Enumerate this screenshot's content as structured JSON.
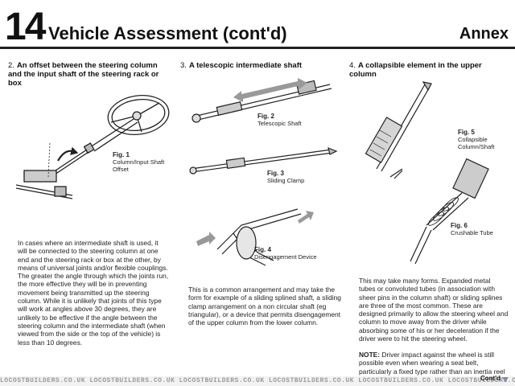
{
  "header": {
    "chapter": "14",
    "title": "Vehicle Assessment (cont'd)",
    "section": "Annex"
  },
  "columns": [
    {
      "number": "2.",
      "heading": "An offset between the steering column and the input shaft of the steering rack or box",
      "figures": [
        {
          "label": "Fig. 1",
          "caption": "Column/Input Shaft Offset"
        }
      ],
      "body": "In cases where an intermediate shaft is used, it will be connected to the steering column at one end and the steering rack or box at the other, by means of universal joints and/or flexible couplings. The greater the angle through which the joints run, the more effective they will be in preventing movement being transmitted up the steering column. While it is unlikely that joints of this type will work at angles above 30 degrees, they are unlikely to be effective if the angle between the steering column and the intermediate shaft (when viewed from the side or the top of the vehicle) is less than 10 degrees."
    },
    {
      "number": "3.",
      "heading": "A telescopic intermediate shaft",
      "figures": [
        {
          "label": "Fig. 2",
          "caption": "Telescopic Shaft"
        },
        {
          "label": "Fig. 3",
          "caption": "Sliding Clamp"
        },
        {
          "label": "Fig. 4",
          "caption": "Disengagement Device"
        }
      ],
      "body": "This is a common arrangement and may take the form for example of a sliding splined shaft, a sliding clamp arrangement on a non circular shaft (eg triangular), or a device that permits disengagement of the upper column from the lower column."
    },
    {
      "number": "4.",
      "heading": "A collapsible element in the upper column",
      "figures": [
        {
          "label": "Fig. 5",
          "caption": "Collapsible Column/Shaft"
        },
        {
          "label": "Fig. 6",
          "caption": "Crushable Tube"
        }
      ],
      "body": "This may take many forms. Expanded metal tubes or convoluted tubes (in association with sheer pins in the column shaft) or sliding splines are three of the most common. These are designed primarily to allow the steering wheel and column to move away from the driver while absorbing some of his or her deceleration if the driver were to hit the steering wheel.",
      "note_label": "NOTE:",
      "note": "Driver impact against the wheel is still possible even when wearing a seat belt, particularly a fixed type rather than an inertia reel type."
    }
  ],
  "footer": {
    "continued": "Cont'd",
    "watermark": "LOCOSTBUILDERS.CO.UK   LOCOSTBUILDERS.CO.UK   LOCOSTBUILDERS.CO.UK   LOCOSTBUILDERS.CO.UK   LOCOSTBUILDERS.CO.UK   LOCOSTBUILDERS.CO.UK   LOCOSTBUILDERS.CO.UK"
  }
}
